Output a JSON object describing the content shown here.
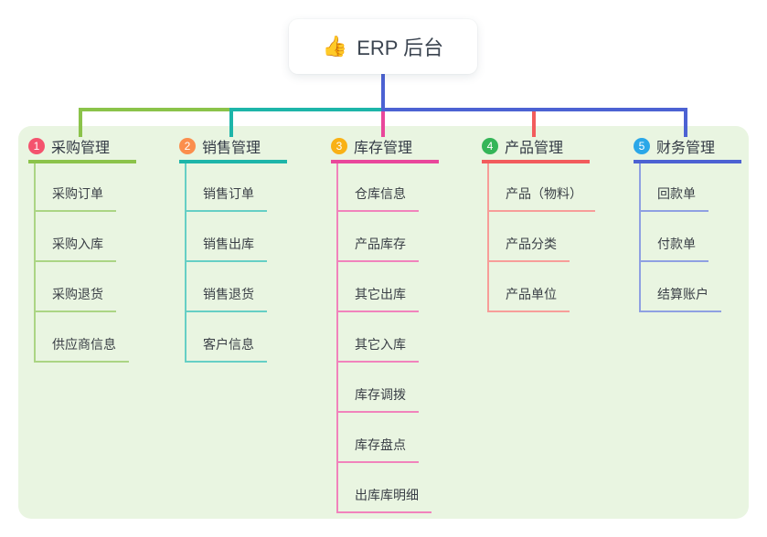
{
  "root": {
    "icon": "👍",
    "title": "ERP 后台",
    "connector_color": "#4c62d3"
  },
  "canvas": {
    "background": "#ffffff",
    "panel_background": "#e9f5e1"
  },
  "branches": [
    {
      "badge": "1",
      "label": "采购管理",
      "badge_color": "#f4536e",
      "color": "#8bc34a",
      "light_color": "#abd584",
      "children": [
        "采购订单",
        "采购入库",
        "采购退货",
        "供应商信息"
      ]
    },
    {
      "badge": "2",
      "label": "销售管理",
      "badge_color": "#fb8e4d",
      "color": "#1db5a9",
      "light_color": "#66cfc5",
      "children": [
        "销售订单",
        "销售出库",
        "销售退货",
        "客户信息"
      ]
    },
    {
      "badge": "3",
      "label": "库存管理",
      "badge_color": "#f9b115",
      "color": "#e9479b",
      "light_color": "#f183bc",
      "children": [
        "仓库信息",
        "产品库存",
        "其它出库",
        "其它入库",
        "库存调拨",
        "库存盘点",
        "出库库明细"
      ]
    },
    {
      "badge": "4",
      "label": "产品管理",
      "badge_color": "#35b558",
      "color": "#f25c5c",
      "light_color": "#f79d99",
      "children": [
        "产品（物料）",
        "产品分类",
        "产品单位"
      ]
    },
    {
      "badge": "5",
      "label": "财务管理",
      "badge_color": "#2aa7e8",
      "color": "#4c62d3",
      "light_color": "#8fa0e2",
      "children": [
        "回款单",
        "付款单",
        "结算账户"
      ]
    }
  ]
}
